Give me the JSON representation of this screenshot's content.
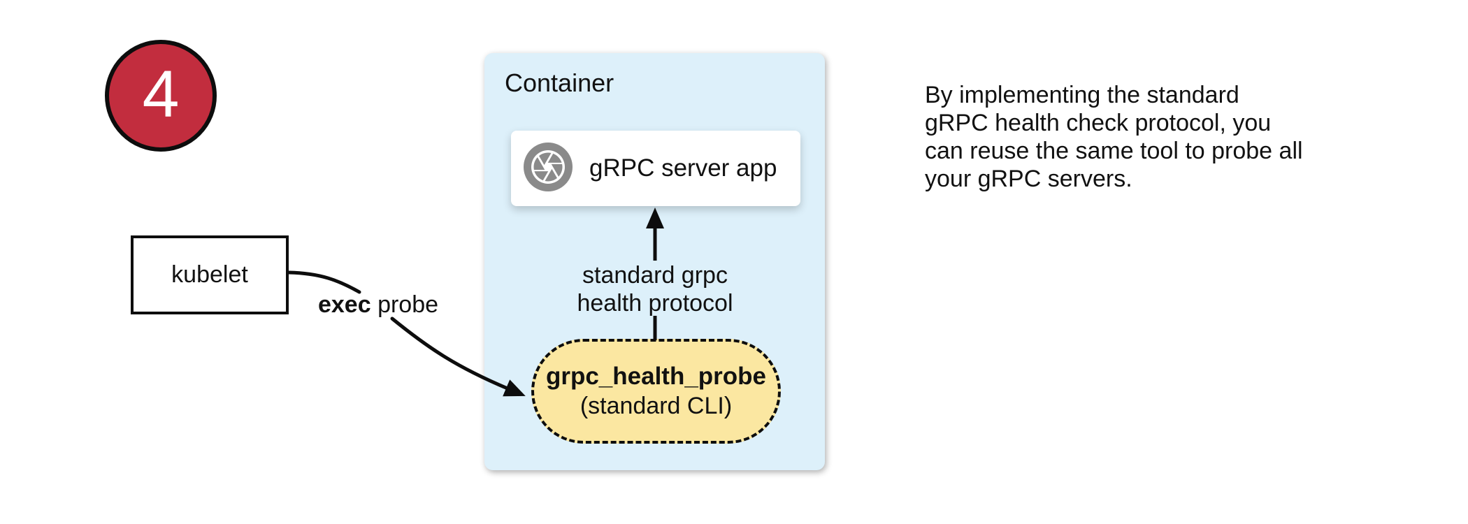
{
  "step_badge": {
    "number": "4",
    "fill_color": "#C22D3E",
    "text_color": "#FFFFFF"
  },
  "kubelet_box": {
    "label": "kubelet"
  },
  "exec_probe_label": {
    "bold_part": "exec",
    "rest_part": " probe"
  },
  "container": {
    "title": "Container",
    "fill_color": "#DDF0FA",
    "server_card": {
      "label": "gRPC server app",
      "icon": "aperture-icon",
      "icon_color": "#8A8A8A"
    },
    "probe_pill": {
      "title": "grpc_health_probe",
      "subtitle": "(standard CLI)",
      "fill_color": "#FBE7A1"
    }
  },
  "protocol_label": {
    "line1": "standard grpc",
    "line2": "health protocol"
  },
  "caption": {
    "line1": "By implementing the standard",
    "line2": "gRPC health check protocol, you",
    "line3": "can reuse the same tool to probe all",
    "line4": "your gRPC servers."
  }
}
